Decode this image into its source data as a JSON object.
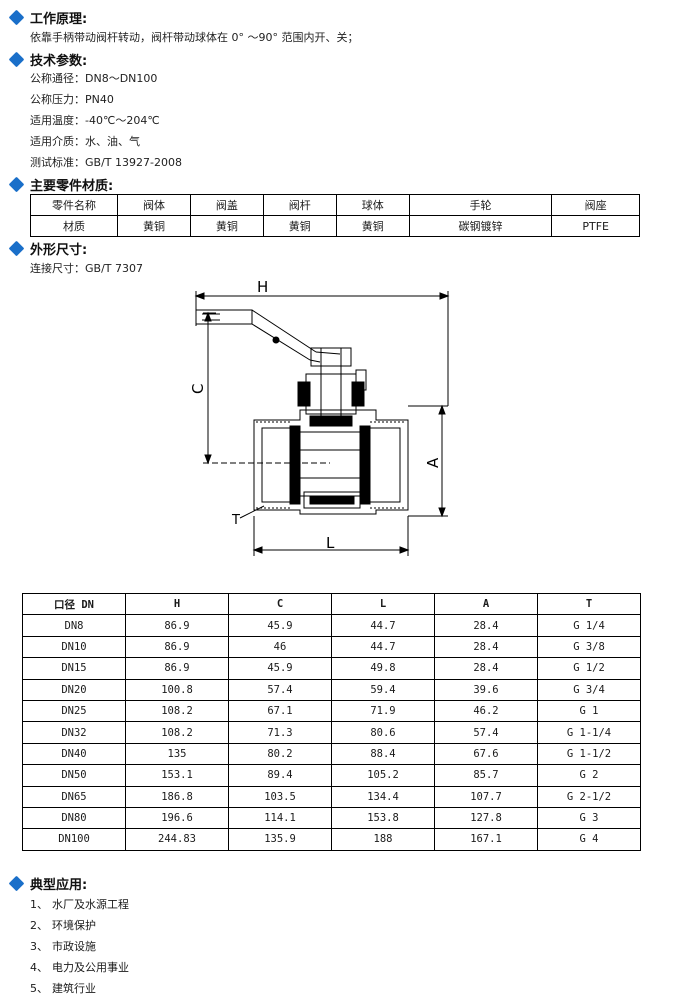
{
  "sections": {
    "principle": {
      "title": "工作原理:",
      "text": "依靠手柄带动阀杆转动，阀杆带动球体在 0°  ～90°  范围内开、关；"
    },
    "params": {
      "title": "技术参数:",
      "lines": [
        "公称通径：DN8～DN100",
        "公称压力：PN40",
        "适用温度：-40℃～204℃",
        "适用介质：水、油、气",
        "测试标准：GB/T 13927-2008"
      ]
    },
    "materials": {
      "title": "主要零件材质:",
      "header": [
        "零件名称",
        "阀体",
        "阀盖",
        "阀杆",
        "球体",
        "手轮",
        "阀座"
      ],
      "row": [
        "材质",
        "黄铜",
        "黄铜",
        "黄铜",
        "黄铜",
        "碳钢镀锌",
        "PTFE"
      ]
    },
    "dimensions": {
      "title": "外形尺寸:",
      "connection": "连接尺寸：GB/T 7307",
      "drawing_labels": {
        "H": "H",
        "C": "C",
        "A": "A",
        "L": "L",
        "T": "T"
      },
      "columns": [
        "口径 DN",
        "H",
        "C",
        "L",
        "A",
        "T"
      ],
      "rows": [
        [
          "DN8",
          "86.9",
          "45.9",
          "44.7",
          "28.4",
          "G 1/4"
        ],
        [
          "DN10",
          "86.9",
          "46",
          "44.7",
          "28.4",
          "G 3/8"
        ],
        [
          "DN15",
          "86.9",
          "45.9",
          "49.8",
          "28.4",
          "G 1/2"
        ],
        [
          "DN20",
          "100.8",
          "57.4",
          "59.4",
          "39.6",
          "G 3/4"
        ],
        [
          "DN25",
          "108.2",
          "67.1",
          "71.9",
          "46.2",
          "G 1"
        ],
        [
          "DN32",
          "108.2",
          "71.3",
          "80.6",
          "57.4",
          "G 1-1/4"
        ],
        [
          "DN40",
          "135",
          "80.2",
          "88.4",
          "67.6",
          "G 1-1/2"
        ],
        [
          "DN50",
          "153.1",
          "89.4",
          "105.2",
          "85.7",
          "G 2"
        ],
        [
          "DN65",
          "186.8",
          "103.5",
          "134.4",
          "107.7",
          "G 2-1/2"
        ],
        [
          "DN80",
          "196.6",
          "114.1",
          "153.8",
          "127.8",
          "G 3"
        ],
        [
          "DN100",
          "244.83",
          "135.9",
          "188",
          "167.1",
          "G 4"
        ]
      ]
    },
    "applications": {
      "title": "典型应用:",
      "items": [
        {
          "num": "1、",
          "text": "水厂及水源工程"
        },
        {
          "num": "2、",
          "text": "环境保护"
        },
        {
          "num": "3、",
          "text": "市政设施"
        },
        {
          "num": "4、",
          "text": "电力及公用事业"
        },
        {
          "num": "5、",
          "text": "建筑行业"
        }
      ]
    }
  },
  "colors": {
    "accent": "#1a6fc9",
    "text": "#1a1a1a",
    "line": "#000000"
  }
}
